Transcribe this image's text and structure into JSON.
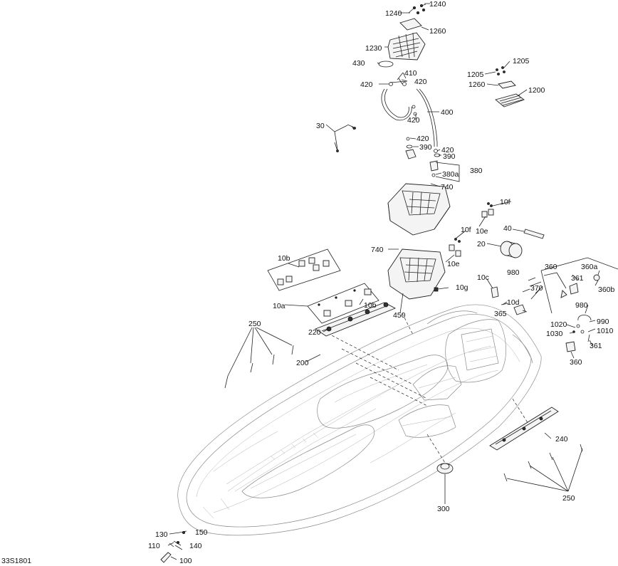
{
  "diagram": {
    "reference_code": "33S1801",
    "callouts": [
      {
        "id": "c1240a",
        "label": "1240"
      },
      {
        "id": "c1240b",
        "label": "1240"
      },
      {
        "id": "c1260a",
        "label": "1260"
      },
      {
        "id": "c1230",
        "label": "1230"
      },
      {
        "id": "c430",
        "label": "430"
      },
      {
        "id": "c410",
        "label": "410"
      },
      {
        "id": "c420a",
        "label": "420"
      },
      {
        "id": "c420b",
        "label": "420"
      },
      {
        "id": "c420c",
        "label": "420"
      },
      {
        "id": "c420d",
        "label": "420"
      },
      {
        "id": "c420e",
        "label": "420"
      },
      {
        "id": "c400",
        "label": "400"
      },
      {
        "id": "c390a",
        "label": "390"
      },
      {
        "id": "c390b",
        "label": "390"
      },
      {
        "id": "c380a",
        "label": "380a"
      },
      {
        "id": "c380",
        "label": "380"
      },
      {
        "id": "c30",
        "label": "30"
      },
      {
        "id": "c1205a",
        "label": "1205"
      },
      {
        "id": "c1205b",
        "label": "1205"
      },
      {
        "id": "c1260b",
        "label": "1260"
      },
      {
        "id": "c1200",
        "label": "1200"
      },
      {
        "id": "c740a",
        "label": "740"
      },
      {
        "id": "c740b",
        "label": "740"
      },
      {
        "id": "c10f1",
        "label": "10f"
      },
      {
        "id": "c10f2",
        "label": "10f"
      },
      {
        "id": "c10e1",
        "label": "10e"
      },
      {
        "id": "c10e2",
        "label": "10e"
      },
      {
        "id": "c40",
        "label": "40"
      },
      {
        "id": "c20",
        "label": "20"
      },
      {
        "id": "c10b1",
        "label": "10b"
      },
      {
        "id": "c10b2",
        "label": "10b"
      },
      {
        "id": "c10a",
        "label": "10a"
      },
      {
        "id": "c10g",
        "label": "10g"
      },
      {
        "id": "c10c",
        "label": "10c"
      },
      {
        "id": "c10d",
        "label": "10d"
      },
      {
        "id": "c450",
        "label": "450"
      },
      {
        "id": "c980a",
        "label": "980"
      },
      {
        "id": "c980b",
        "label": "980"
      },
      {
        "id": "c360",
        "label": "360"
      },
      {
        "id": "c360a",
        "label": "360a"
      },
      {
        "id": "c360b",
        "label": "360b"
      },
      {
        "id": "c360c",
        "label": "360"
      },
      {
        "id": "c361a",
        "label": "361"
      },
      {
        "id": "c361b",
        "label": "361"
      },
      {
        "id": "c370",
        "label": "370"
      },
      {
        "id": "c365",
        "label": "365"
      },
      {
        "id": "c990",
        "label": "990"
      },
      {
        "id": "c1020",
        "label": "1020"
      },
      {
        "id": "c1030",
        "label": "1030"
      },
      {
        "id": "c1010",
        "label": "1010"
      },
      {
        "id": "c250a",
        "label": "250"
      },
      {
        "id": "c250b",
        "label": "250"
      },
      {
        "id": "c220",
        "label": "220"
      },
      {
        "id": "c200",
        "label": "200"
      },
      {
        "id": "c240",
        "label": "240"
      },
      {
        "id": "c300",
        "label": "300"
      },
      {
        "id": "c130",
        "label": "130"
      },
      {
        "id": "c150",
        "label": "150"
      },
      {
        "id": "c110",
        "label": "110"
      },
      {
        "id": "c140",
        "label": "140"
      },
      {
        "id": "c100",
        "label": "100"
      }
    ]
  }
}
